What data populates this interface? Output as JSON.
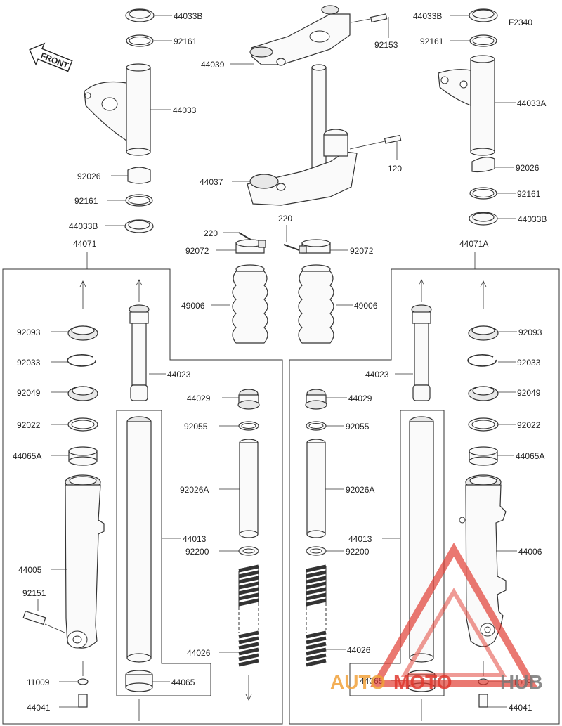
{
  "figure_code": "F2340",
  "front_label": "FRONT",
  "watermark": {
    "brand_auto": "AUTO",
    "brand_moto": "MOTO",
    "brand_hub": "HUB",
    "color_red": "#e0382e",
    "color_orange": "#f2a23a",
    "color_gray": "#777777"
  },
  "labels": {
    "p44033B_tl": "44033B",
    "p92161_tl": "92161",
    "p44033": "44033",
    "p92026_l": "92026",
    "p92161_ml": "92161",
    "p44033B_ml": "44033B",
    "p44071": "44071",
    "p44039": "44039",
    "p92153": "92153",
    "p44037": "44037",
    "p120": "120",
    "p44033B_tr": "44033B",
    "p92161_tr": "92161",
    "p44033A": "44033A",
    "p92026_r": "92026",
    "p92161_mr": "92161",
    "p44033B_mr": "44033B",
    "p44071A": "44071A",
    "p220_l": "220",
    "p220_r": "220",
    "p92072_l": "92072",
    "p92072_r": "92072",
    "p49006_l": "49006",
    "p49006_r": "49006",
    "p92093_l": "92093",
    "p92033_l": "92033",
    "p92049_l": "92049",
    "p92022_l": "92022",
    "p44065A_l": "44065A",
    "p44005": "44005",
    "p92151": "92151",
    "p11009_l": "11009",
    "p44041_l": "44041",
    "p44023_l": "44023",
    "p44013_l": "44013",
    "p44065_l": "44065",
    "p44029_l": "44029",
    "p92055_l": "92055",
    "p92026A_l": "92026A",
    "p92200_l": "92200",
    "p44026_l": "44026",
    "p44023_r": "44023",
    "p44029_r": "44029",
    "p92055_r": "92055",
    "p92026A_r": "92026A",
    "p44013_r": "44013",
    "p92200_r": "92200",
    "p44026_r": "44026",
    "p44065_r": "44065",
    "p92093_r": "92093",
    "p92033_r": "92033",
    "p92049_r": "92049",
    "p92022_r": "92022",
    "p44065A_r": "44065A",
    "p44006": "44006",
    "p11009_r": "11009",
    "p44041_r": "44041"
  }
}
